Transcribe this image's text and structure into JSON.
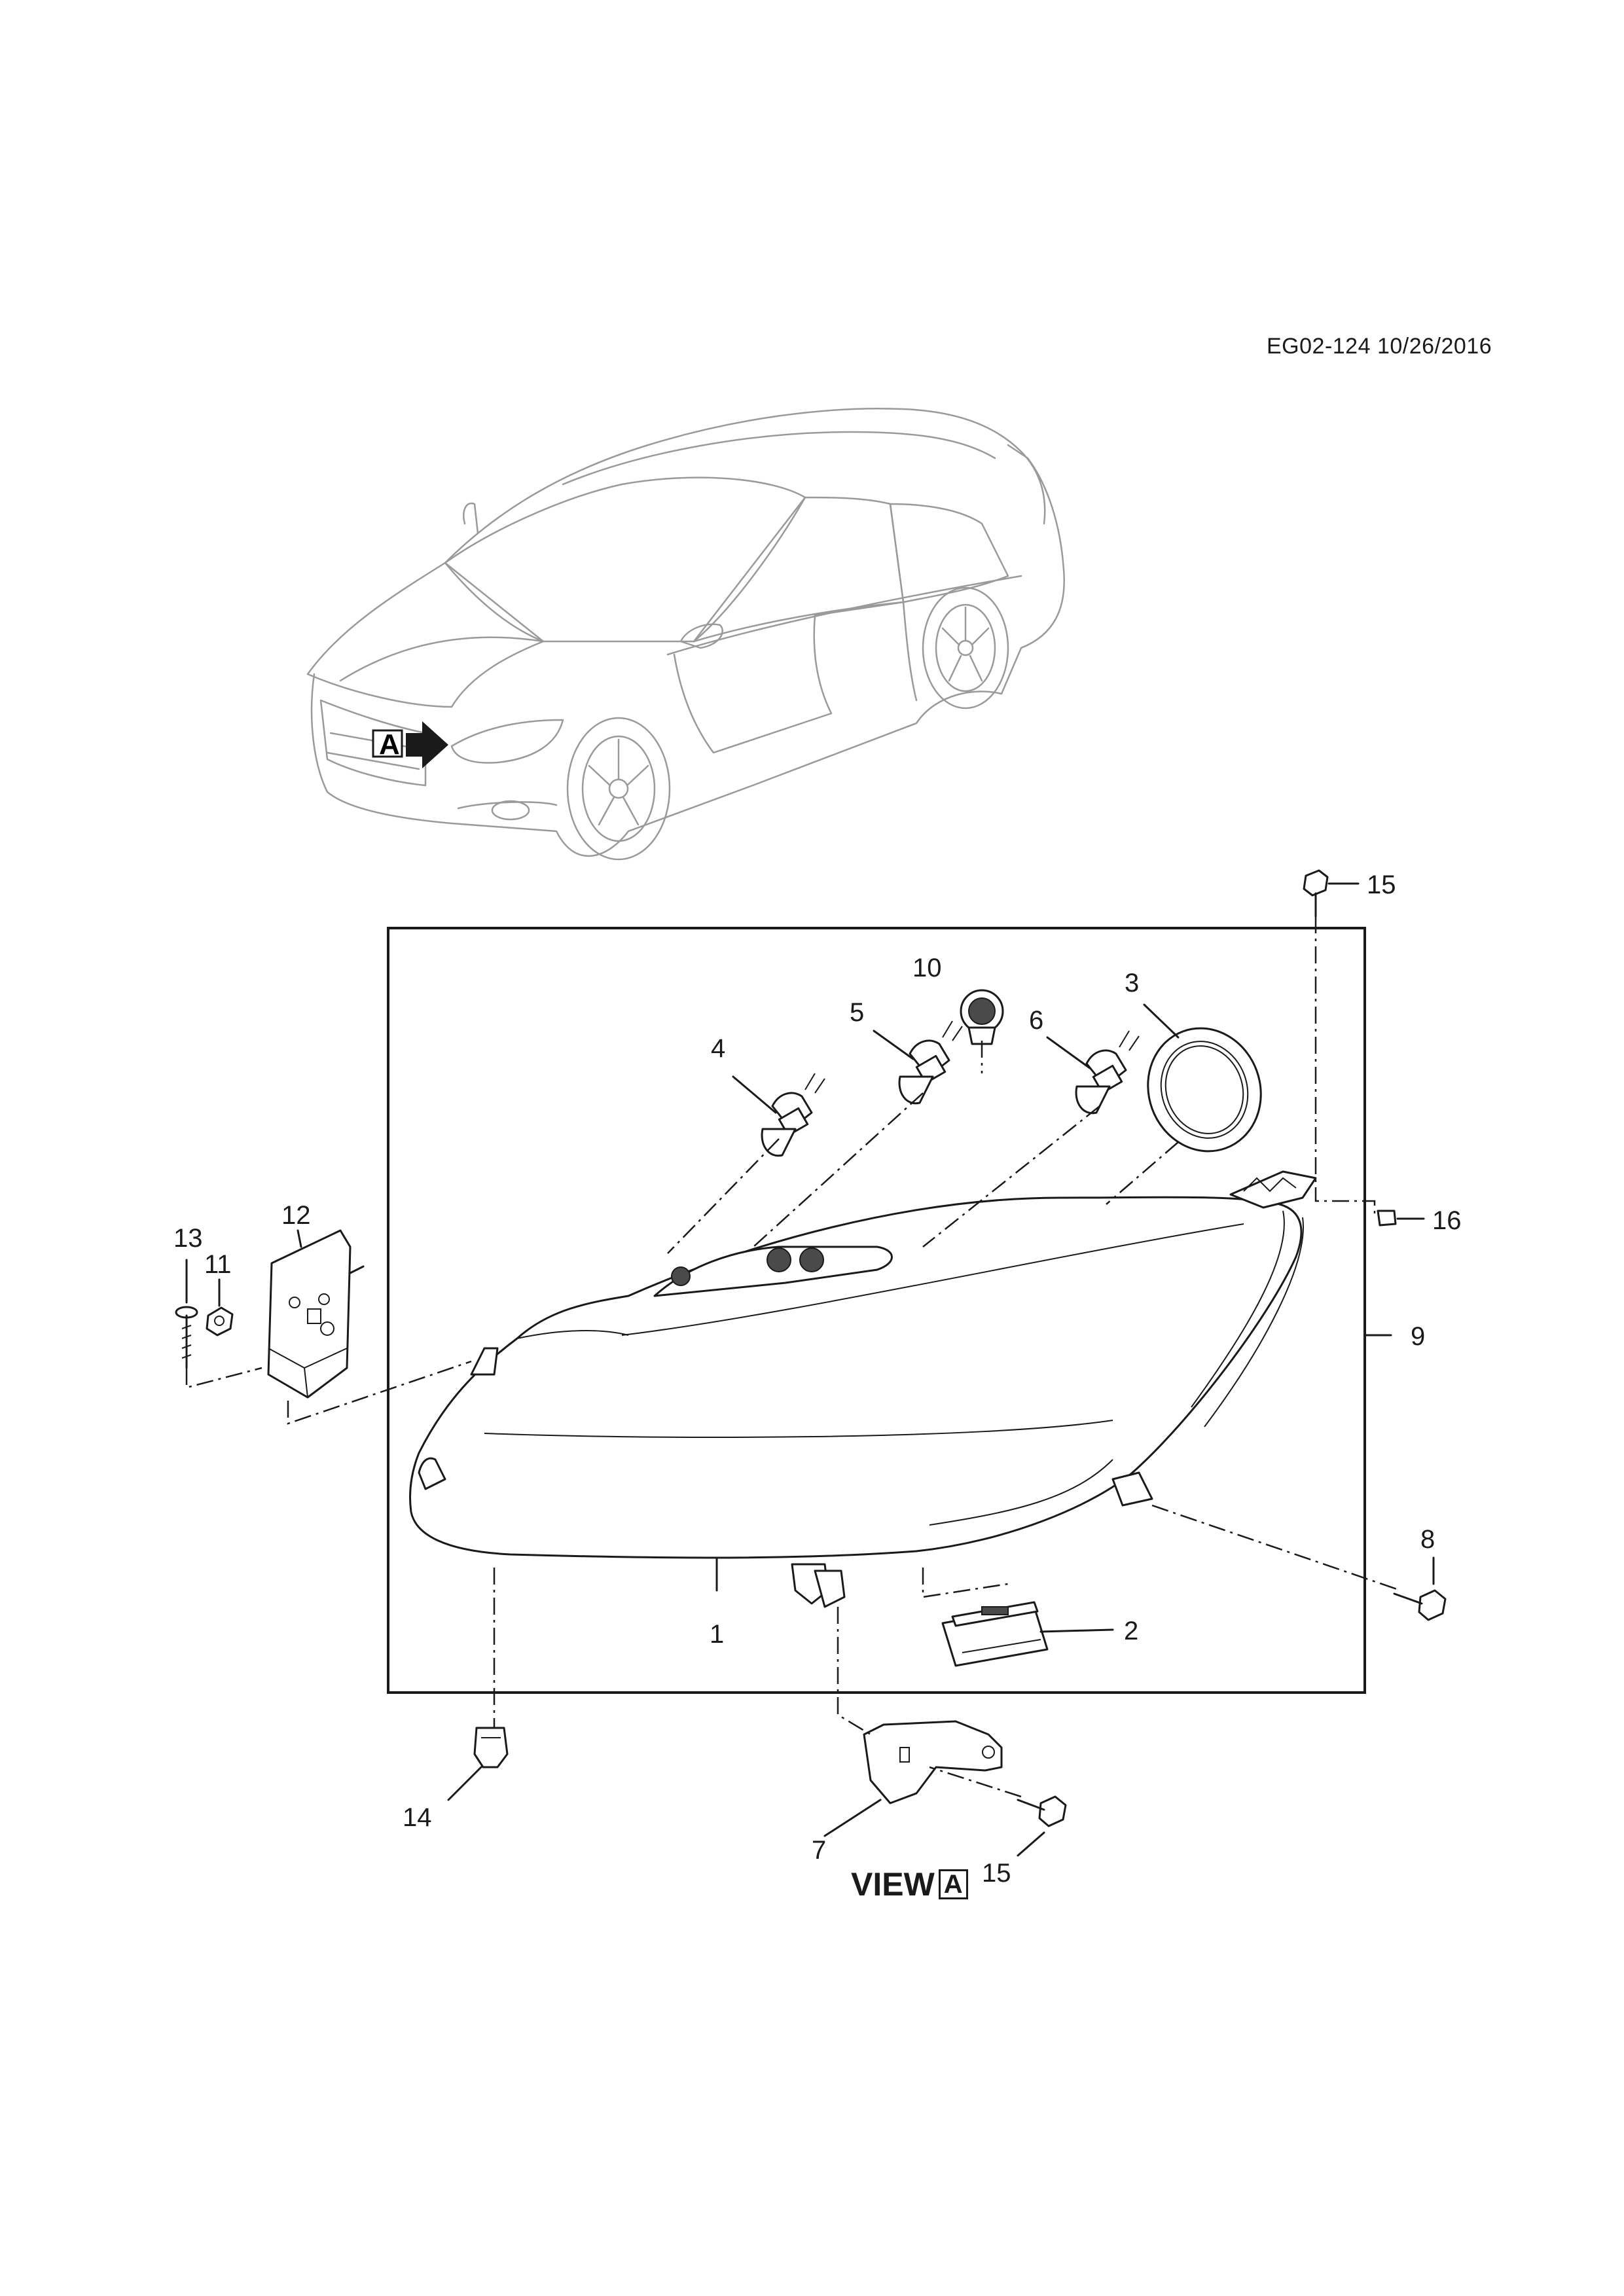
{
  "doc_code": "EG02-124 10/26/2016",
  "view_label": "VIEW",
  "view_marker": "A",
  "car_marker": "A",
  "callouts": {
    "c1": "1",
    "c2": "2",
    "c3": "3",
    "c4": "4",
    "c5": "5",
    "c6": "6",
    "c7": "7",
    "c8": "8",
    "c9": "9",
    "c10": "10",
    "c11": "11",
    "c12": "12",
    "c13": "13",
    "c14": "14",
    "c15a": "15",
    "c15b": "15",
    "c16": "16"
  }
}
